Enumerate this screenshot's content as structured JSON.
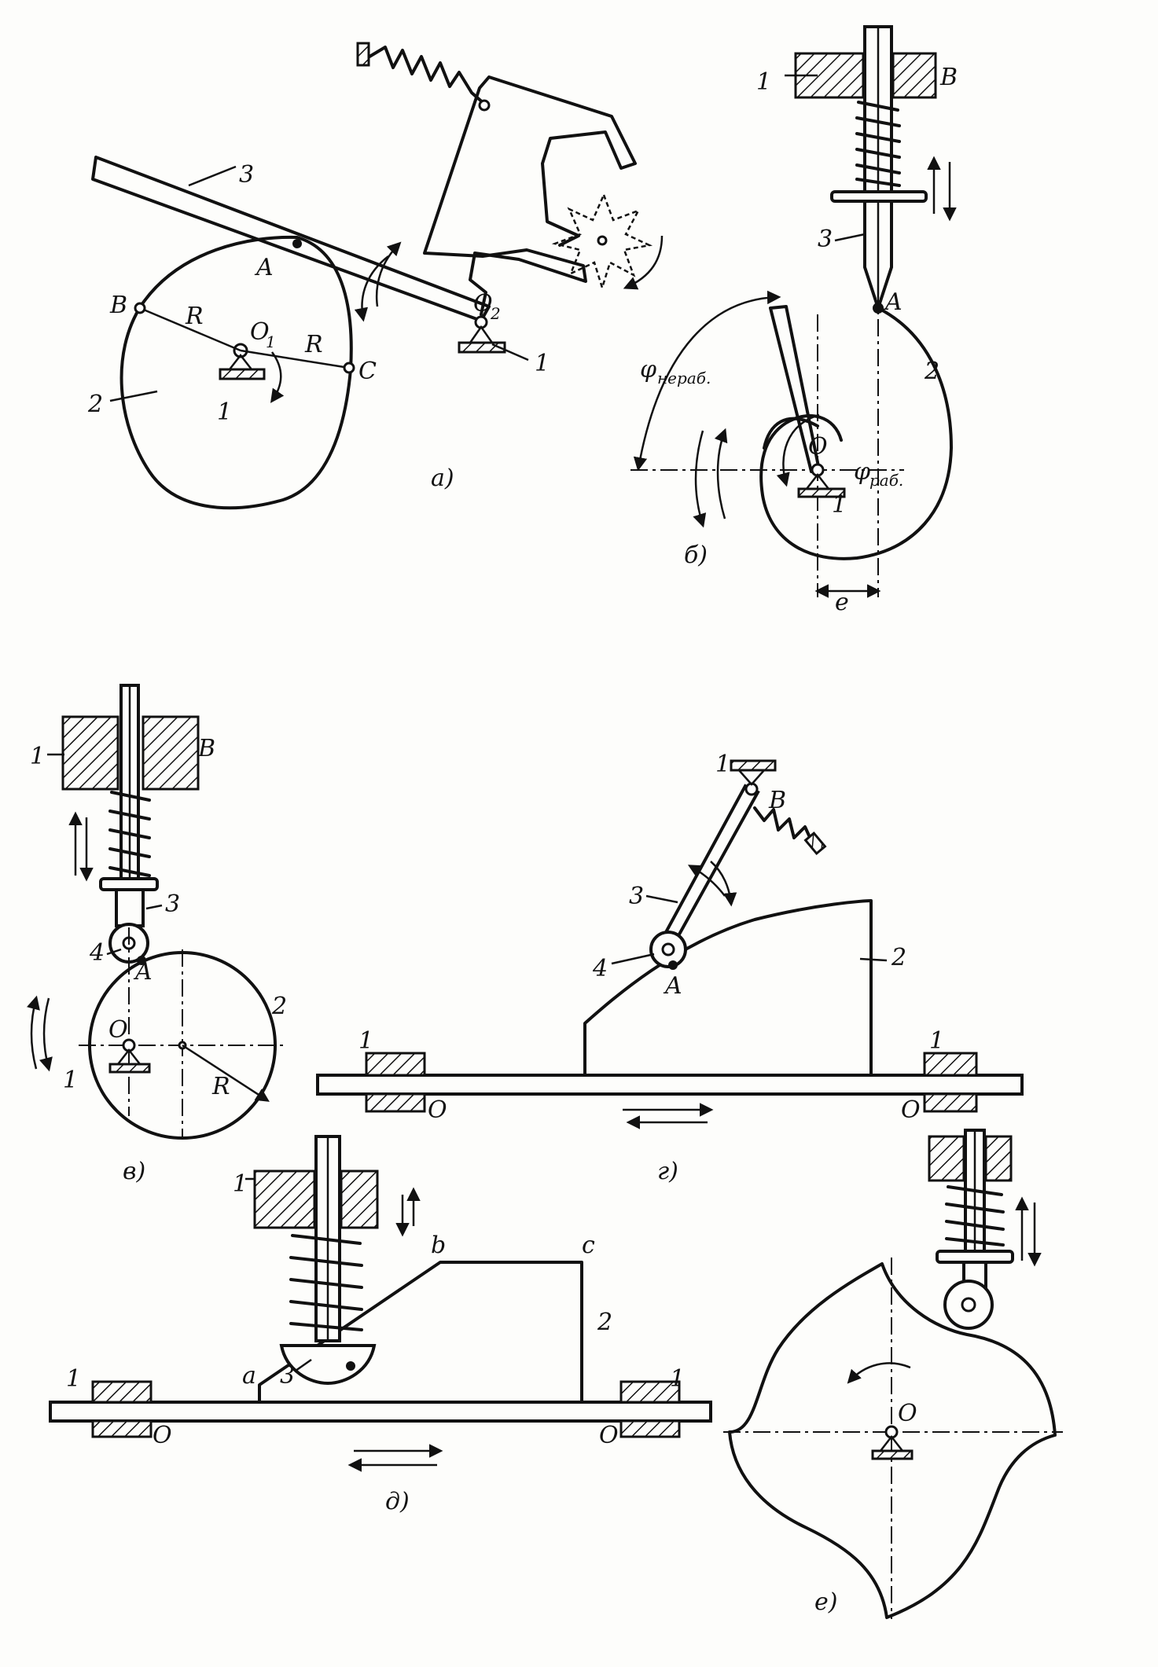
{
  "figures": {
    "a": {
      "caption": "а)",
      "labels": {
        "lever": "3",
        "cam": "2",
        "frame_left": "1",
        "frame_right": "1",
        "point_a": "A",
        "point_b": "B",
        "point_c": "C",
        "radius_1": "R",
        "radius_2": "R",
        "pivot_1": "O",
        "pivot_1_sub": "1",
        "pivot_2": "O",
        "pivot_2_sub": "2"
      }
    },
    "b": {
      "caption": "б)",
      "labels": {
        "frame": "1",
        "bushing": "B",
        "follower": "3",
        "point_a": "A",
        "cam": "2",
        "center": "O",
        "frame_bottom": "1",
        "angle_idle": "φ",
        "angle_idle_sub": "нераб.",
        "angle_work": "φ",
        "angle_work_sub": "раб.",
        "offset": "e"
      }
    },
    "v": {
      "caption": "в)",
      "labels": {
        "frame": "1",
        "bushing": "B",
        "follower": "3",
        "roller": "4",
        "point_a": "A",
        "cam": "2",
        "center": "O",
        "frame_bottom": "1",
        "radius": "R"
      }
    },
    "g": {
      "caption": "г)",
      "labels": {
        "frame_top": "1",
        "pivot": "B",
        "lever": "3",
        "roller": "4",
        "point_a": "A",
        "cam": "2",
        "frame_left": "1",
        "frame_right": "1",
        "axis_left": "O",
        "axis_right": "O"
      }
    },
    "d": {
      "caption": "д)",
      "labels": {
        "frame_top": "1",
        "follower": "3",
        "point_a": "a",
        "point_b": "b",
        "point_c": "c",
        "cam": "2",
        "frame_left": "1",
        "frame_right": "1",
        "axis_left": "O",
        "axis_right": "O"
      }
    },
    "e": {
      "caption": "е)",
      "labels": {
        "center": "O"
      }
    }
  }
}
